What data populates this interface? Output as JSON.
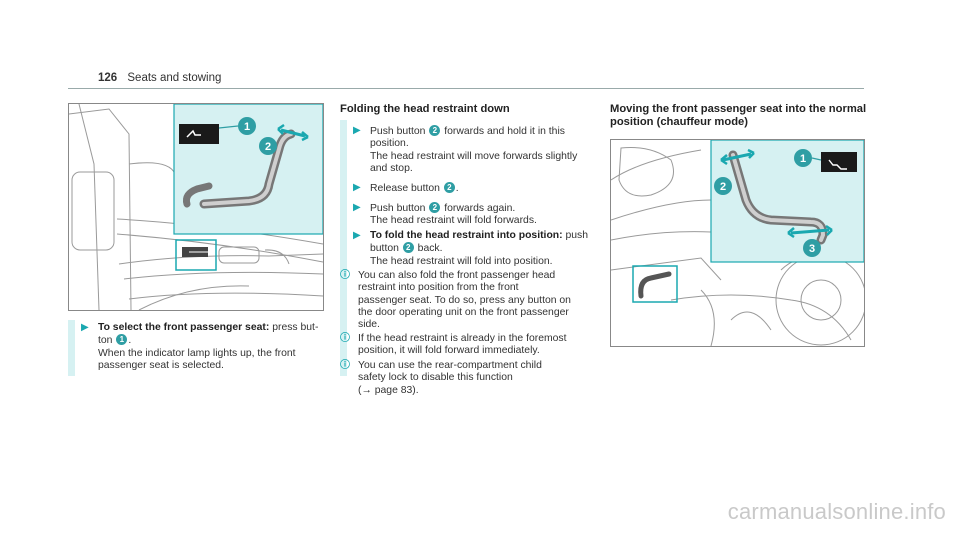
{
  "header": {
    "page_number": "126",
    "section": "Seats and stowing"
  },
  "figure1": {
    "callout_1": "1",
    "callout_2": "2"
  },
  "figure2": {
    "callout_1": "1",
    "callout_2": "2",
    "callout_3": "3"
  },
  "col1": {
    "step1_bold": "To select the front passenger seat:",
    "step1_a": " press but-",
    "step1_b": "ton ",
    "step1_badge": "1",
    "step1_c": ".",
    "step1_line2": "When the indicator lamp lights up, the front",
    "step1_line3": "passenger seat is selected."
  },
  "col2": {
    "heading": "Folding the head restraint down",
    "s1_a": "Push button ",
    "s1_badge": "2",
    "s1_b": " forwards and hold it in this",
    "s1_l2": "position.",
    "s1_l3": "The head restraint will move forwards slightly",
    "s1_l4": "and stop.",
    "s2_a": "Release button ",
    "s2_badge": "2",
    "s2_b": ".",
    "s3_a": "Push button ",
    "s3_badge": "2",
    "s3_b": " forwards again.",
    "s3_l2": "The head restraint will fold forwards.",
    "s4_bold": "To fold the head restraint into position:",
    "s4_a": " push",
    "s4_l2a": "button ",
    "s4_badge": "2",
    "s4_l2b": " back.",
    "s4_l3": "The head restraint will fold into position.",
    "n1_l1": "You can also fold the front passenger head",
    "n1_l2": "restraint into position from the front",
    "n1_l3": "passenger seat. To do so, press any button on",
    "n1_l4": "the door operating unit on the front passenger",
    "n1_l5": "side.",
    "n2_l1": "If the head restraint is already in the foremost",
    "n2_l2": "position, it will fold forward immediately.",
    "n3_l1": "You can use the rear-compartment child",
    "n3_l2": "safety lock to disable this function",
    "n3_l3": "(→ page 83)."
  },
  "col3": {
    "heading_l1": "Moving the front passenger seat into the normal",
    "heading_l2": "position (chauffeur mode)"
  },
  "watermark": "carmanualsonline.info",
  "colors": {
    "accent": "#1aa8b0",
    "highlight": "#d6f1f2",
    "callout": "#2f9ea4"
  }
}
